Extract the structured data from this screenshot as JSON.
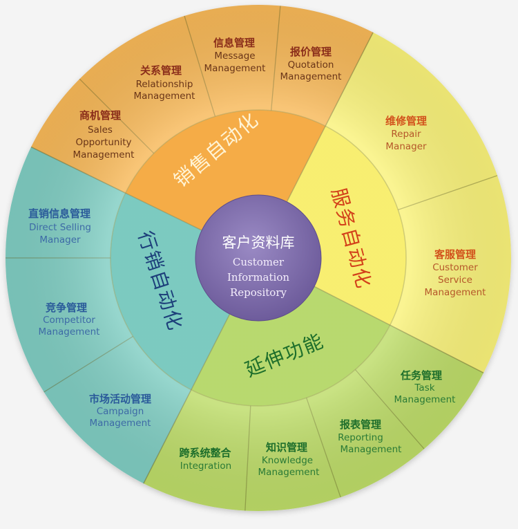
{
  "center": {
    "title_cn": "客户资料库",
    "title_en_lines": [
      "Customer",
      "Information",
      "Repository"
    ],
    "color": "#7d6aa8"
  },
  "categories": [
    {
      "id": "sales",
      "label_cn": "销售自动化",
      "inner_color": "#f39a1f",
      "outer_color": "#f7b859",
      "text_color": "#8a2d1a",
      "label_color": "#fff4d6",
      "modules": [
        {
          "cn": "商机管理",
          "en_lines": [
            "Sales",
            "Opportunity",
            "Management"
          ]
        },
        {
          "cn": "关系管理",
          "en_lines": [
            "Relationship",
            "Management"
          ]
        },
        {
          "cn": "信息管理",
          "en_lines": [
            "Message",
            "Management"
          ]
        },
        {
          "cn": "报价管理",
          "en_lines": [
            "Quotation",
            "Management"
          ]
        }
      ]
    },
    {
      "id": "service",
      "label_cn": "服务自动化",
      "inner_color": "#f7eb52",
      "outer_color": "#f9f27a",
      "text_color": "#d2521c",
      "label_color": "#d2401a",
      "modules": [
        {
          "cn": "维修管理",
          "en_lines": [
            "Repair",
            "Manager"
          ]
        },
        {
          "cn": "客服管理",
          "en_lines": [
            "Customer",
            "Service",
            "Management"
          ]
        }
      ]
    },
    {
      "id": "extended",
      "label_cn": "延伸功能",
      "inner_color": "#a9d14f",
      "outer_color": "#bddc68",
      "text_color": "#1d6e2b",
      "label_color": "#1d6e2b",
      "modules": [
        {
          "cn": "任务管理",
          "en_lines": [
            "Task",
            "Management"
          ]
        },
        {
          "cn": "报表管理",
          "en_lines": [
            "Reporting",
            "Management"
          ]
        },
        {
          "cn": "知识管理",
          "en_lines": [
            "Knowledge",
            "Management"
          ]
        },
        {
          "cn": "跨系统整合",
          "en_lines": [
            "Integration"
          ]
        }
      ]
    },
    {
      "id": "marketing",
      "label_cn": "行销自动化",
      "inner_color": "#5fbfb2",
      "outer_color": "#7fcdc2",
      "text_color": "#2a5a9a",
      "label_color": "#1d3f7a",
      "modules": [
        {
          "cn": "市场活动管理",
          "en_lines": [
            "Campaign",
            "Management"
          ]
        },
        {
          "cn": "竞争管理",
          "en_lines": [
            "Competitor",
            "Management"
          ]
        },
        {
          "cn": "直销信息管理",
          "en_lines": [
            "Direct Selling",
            "Manager"
          ]
        }
      ]
    }
  ]
}
